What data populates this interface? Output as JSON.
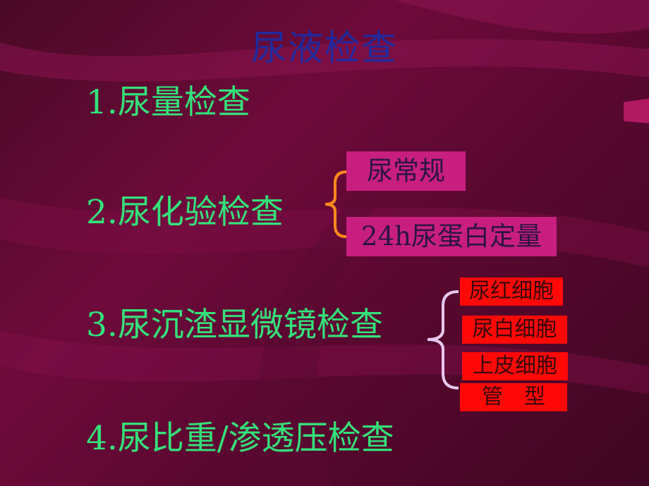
{
  "slide": {
    "title": "尿液检查",
    "items": [
      "1.尿量检查",
      "2.尿化验检查",
      "3.尿沉渣显微镜检查",
      "4.尿比重/渗透压检查"
    ],
    "test_boxes": [
      "尿常规",
      "24h尿蛋白定量"
    ],
    "sediment_boxes": [
      "尿红细胞",
      "尿白细胞",
      "上皮细胞",
      "管　型"
    ]
  },
  "colors": {
    "background": "#6e0a3a",
    "title": "#1f2a9e",
    "item_text": "#33e37a",
    "magenta_box": "#c81e80",
    "red_box": "#ff0808",
    "orange_brace": "#ff8a1a",
    "lavender_brace": "#e8c8ee"
  }
}
